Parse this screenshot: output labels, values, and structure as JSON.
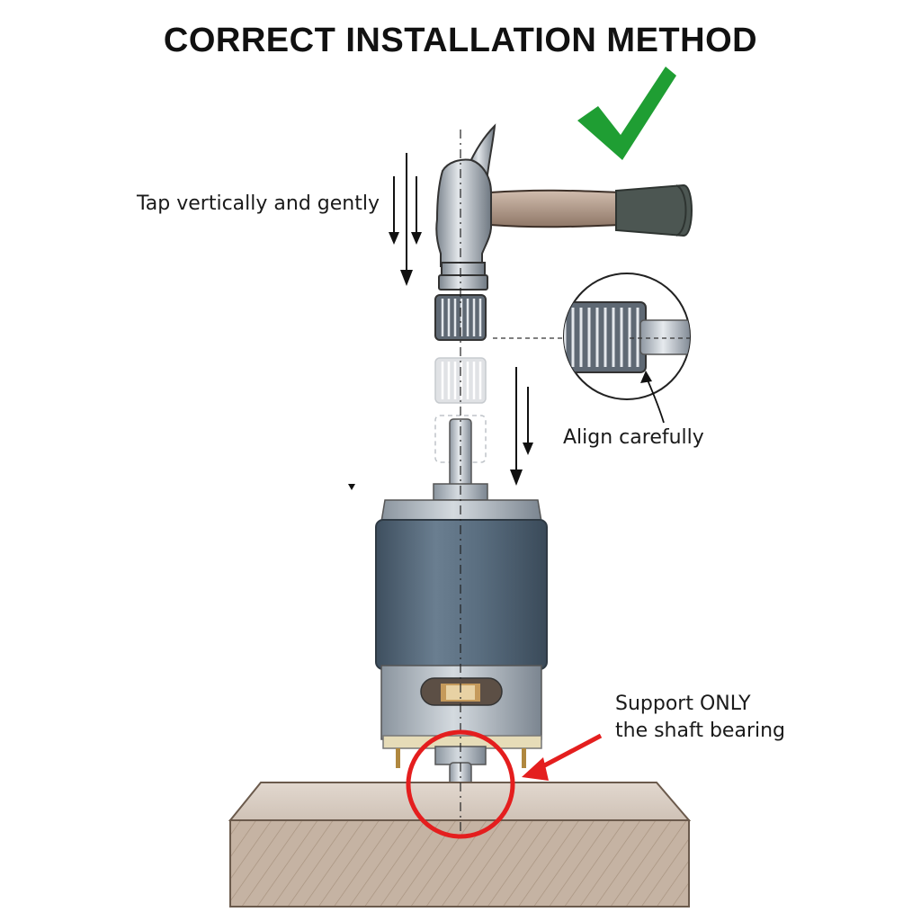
{
  "title": "CORRECT INSTALLATION METHOD",
  "labels": {
    "tap": "Tap vertically and gently",
    "align": "Align carefully",
    "support_line1": "Support ONLY",
    "support_line2": "the shaft bearing"
  },
  "colors": {
    "check": "#1f9e33",
    "highlight": "#e41e1e",
    "motor_body": "#56697a",
    "wood": "#cbbcad",
    "ink": "#111111"
  },
  "icons": {
    "check": "check-mark-icon",
    "hammer": "hammer-icon"
  }
}
